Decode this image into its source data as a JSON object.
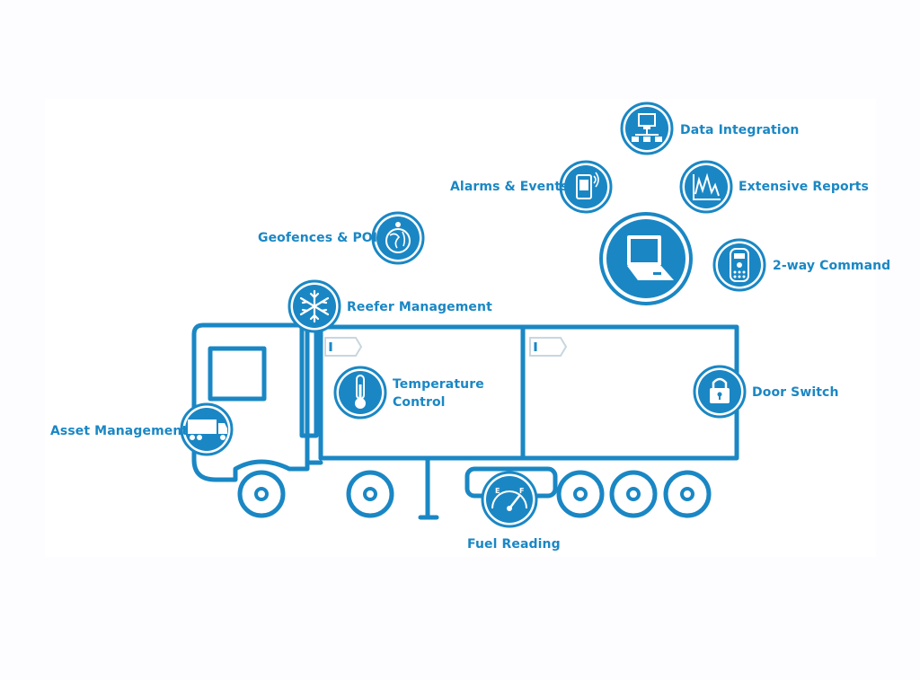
{
  "colors": {
    "primary": "#1a87c4",
    "background": "#ffffff"
  },
  "features": {
    "data_integration": {
      "label": "Data Integration",
      "icon": "network-computer-icon"
    },
    "alarms_events": {
      "label": "Alarms & Events",
      "icon": "mobile-device-icon"
    },
    "extensive_reports": {
      "label": "Extensive Reports",
      "icon": "line-graph-icon"
    },
    "geofences_poi": {
      "label": "Geofences & POI",
      "icon": "globe-pin-icon"
    },
    "laptop": {
      "icon": "laptop-icon"
    },
    "two_way_command": {
      "label": "2-way Command",
      "icon": "remote-terminal-icon"
    },
    "reefer_management": {
      "label": "Reefer Management",
      "icon": "snowflake-icon"
    },
    "temperature_control": {
      "label": "Temperature Control",
      "icon": "thermometer-icon"
    },
    "door_switch": {
      "label": "Door Switch",
      "icon": "padlock-icon"
    },
    "asset_management": {
      "label": "Asset Management",
      "icon": "truck-icon"
    },
    "fuel_reading": {
      "label": "Fuel Reading",
      "icon": "fuel-gauge-icon"
    }
  },
  "gauge": {
    "empty_mark": "E",
    "full_mark": "F"
  }
}
